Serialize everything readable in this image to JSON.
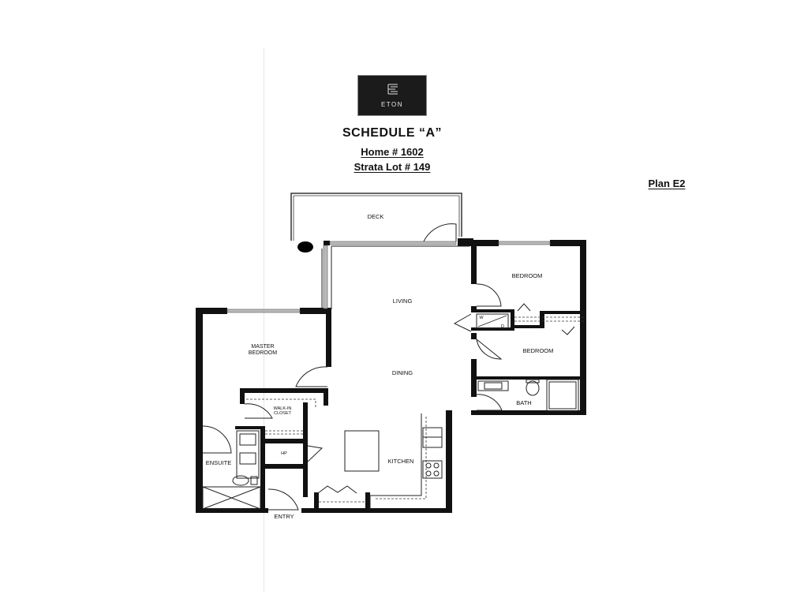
{
  "document": {
    "logo": {
      "brand": "ETON",
      "icon": "eton-logo-icon"
    },
    "title": "SCHEDULE “A”",
    "home": "Home # 1602",
    "strata_lot": "Strata Lot # 149",
    "plan": "Plan E2"
  },
  "floor_plan": {
    "rooms": {
      "deck": "DECK",
      "living": "LIVING",
      "dining": "DINING",
      "kitchen": "KITCHEN",
      "master_bedroom_line1": "MASTER",
      "master_bedroom_line2": "BEDROOM",
      "walk_in_closet_line1": "WALK-IN",
      "walk_in_closet_line2": "CLOSET",
      "ensuite": "ENSUITE",
      "hp": "HP",
      "entry": "ENTRY",
      "bedroom_1": "BEDROOM",
      "bedroom_2": "BEDROOM",
      "bath": "BATH",
      "washer": "W",
      "dryer": "D"
    },
    "colors": {
      "wall": "#111111",
      "window": "#9a9a9a",
      "line": "#222222"
    }
  }
}
